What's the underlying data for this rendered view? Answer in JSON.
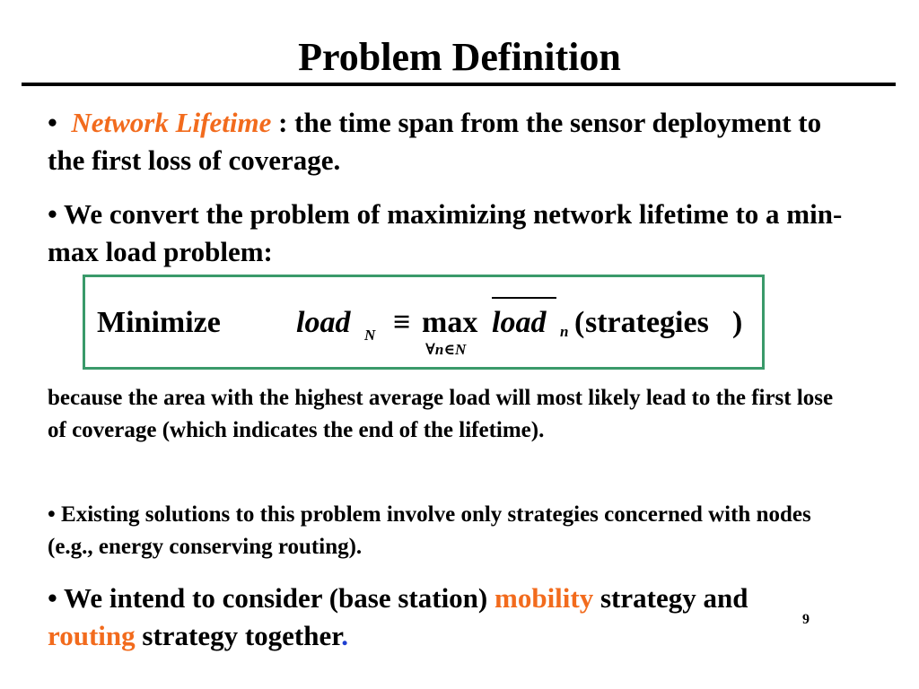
{
  "slide": {
    "title": "Problem Definition",
    "number": "9"
  },
  "bullets": {
    "b1": {
      "bullet": "•",
      "term": "Network Lifetime",
      "rest": " : the time span from the sensor deployment to the first loss of coverage."
    },
    "b2": {
      "bullet": "•",
      "text": " We convert the problem of maximizing network lifetime to a min-max load problem:"
    },
    "because": {
      "text": "because the area with the highest average load will most likely lead to the first lose of coverage (which indicates the end of the lifetime)."
    },
    "b3": {
      "bullet": "•",
      "text": " Existing solutions to this problem involve only strategies concerned with nodes (e.g., energy conserving routing)."
    },
    "b4": {
      "bullet": "•",
      "text_a": " We intend to consider (base station) ",
      "mobility": "mobility",
      "text_b": " strategy and ",
      "routing": "routing",
      "text_c": " strategy together",
      "period": "."
    }
  },
  "formula": {
    "minimize": "Minimize",
    "load1": "load",
    "sub_N": "N",
    "equiv": "≡",
    "max": "max",
    "under_max": "∀n∈N",
    "load2": "load",
    "sub_n": "n",
    "paren_open": "(",
    "strategies": "strategies",
    "paren_close": ")"
  },
  "colors": {
    "accent": "#f26b1d",
    "box_border": "#3a9a6a",
    "period_blue": "#1f3fd0"
  }
}
